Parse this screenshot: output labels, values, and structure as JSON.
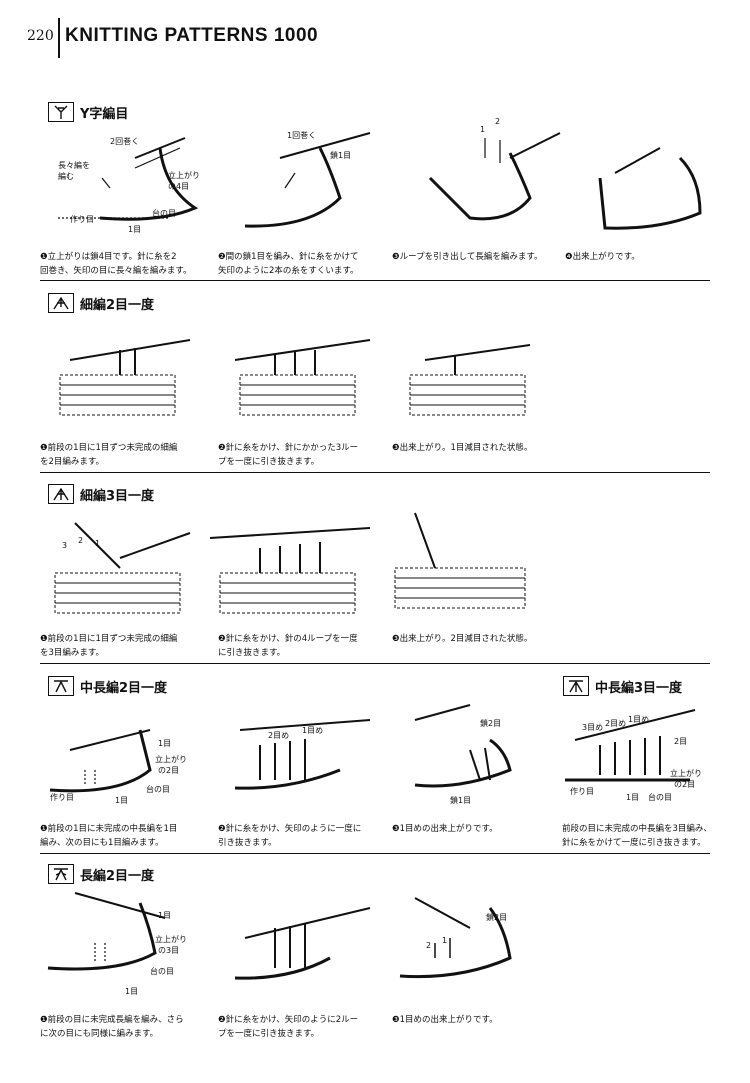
{
  "header": {
    "page_number": "220",
    "book_title": "KNITTING PATTERNS 1000"
  },
  "sections": [
    {
      "title": "Y字編目",
      "symbol_icon": "y-stitch-symbol-icon",
      "labels": [
        "2回巻く",
        "長々編を",
        "編む",
        "立上がり",
        "の4目",
        "作り目",
        "台の目",
        "1目",
        "1回巻く",
        "鎖1目",
        "2",
        "1"
      ],
      "captions": [
        "❶立上がりは鎖4目です。針に糸を2\n回巻き、矢印の目に長々編を編みます。",
        "❷間の鎖1目を編み、針に糸をかけて\n矢印のように2本の糸をすくいます。",
        "❸ループを引き出して長編を編みます。",
        "❹出来上がりです。"
      ]
    },
    {
      "title": "細編2目一度",
      "symbol_icon": "sc2tog-symbol-icon",
      "labels": [],
      "captions": [
        "❶前段の1目に1目ずつ未完成の細編\nを2目編みます。",
        "❷針に糸をかけ、針にかかった3ルー\nプを一度に引き抜きます。",
        "❸出来上がり。1目減目された状態。"
      ]
    },
    {
      "title": "細編3目一度",
      "symbol_icon": "sc3tog-symbol-icon",
      "labels": [
        "3",
        "2",
        "1"
      ],
      "captions": [
        "❶前段の1目に1目ずつ未完成の細編\nを3目編みます。",
        "❷針に糸をかけ、針の4ループを一度\nに引き抜きます。",
        "❸出来上がり。2目減目された状態。"
      ]
    },
    {
      "title": "中長編2目一度",
      "symbol_icon": "hdc2tog-symbol-icon",
      "labels": [
        "1目",
        "立上がり",
        "の2目",
        "作り目",
        "台の目",
        "1目",
        "2目め",
        "1目め",
        "鎖2目",
        "鎖1目"
      ],
      "captions": [
        "❶前段の1目に未完成の中長編を1目\n編み、次の目にも1目編みます。",
        "❷針に糸をかけ、矢印のように一度に\n引き抜きます。",
        "❸1目めの出来上がりです。"
      ]
    },
    {
      "title": "中長編3目一度",
      "symbol_icon": "hdc3tog-symbol-icon",
      "labels": [
        "3目め",
        "2目め",
        "1目め",
        "2目",
        "立上がり",
        "の2目",
        "作り目",
        "1目",
        "台の目"
      ],
      "captions": [
        "前段の目に未完成の中長編を3目編み、\n針に糸をかけて一度に引き抜きます。"
      ]
    },
    {
      "title": "長編2目一度",
      "symbol_icon": "dc2tog-symbol-icon",
      "labels": [
        "1目",
        "立上がり",
        "の3目",
        "台の目",
        "1目",
        "鎖2目",
        "2",
        "1"
      ],
      "captions": [
        "❶前段の目に未完成長編を編み、さら\nに次の目にも同様に編みます。",
        "❷針に糸をかけ、矢印のように2ルー\nプを一度に引き抜きます。",
        "❸1目めの出来上がりです。"
      ]
    }
  ]
}
